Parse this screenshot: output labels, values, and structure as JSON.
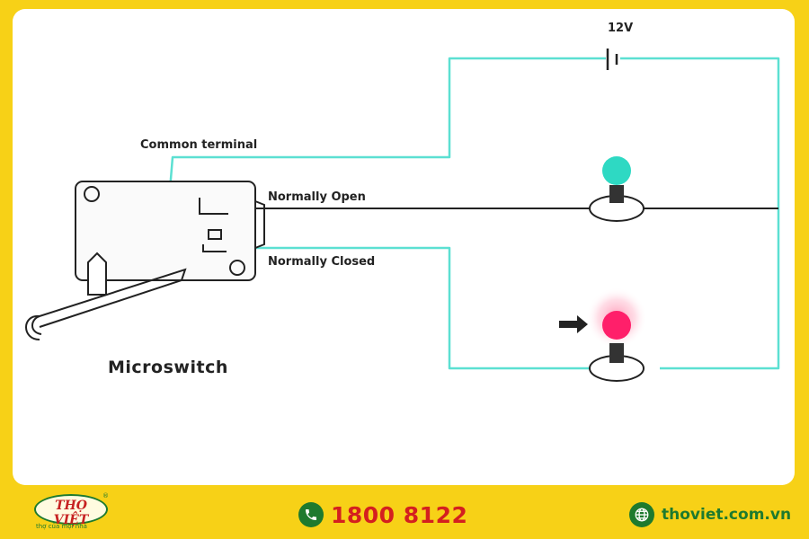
{
  "diagram": {
    "battery_label": "12V",
    "common_label": "Common terminal",
    "no_label": "Normally Open",
    "nc_label": "Normally Closed",
    "title": "Microswitch",
    "colors": {
      "wire_cyan": "#5ce0d2",
      "wire_black": "#222222",
      "bulb_cyan": "#2ed9c3",
      "bulb_pink": "#ff1f6a",
      "glow_pink": "#ff8fb0"
    }
  },
  "footer": {
    "logo_text": "THỌ VIỆT",
    "logo_tagline": "thợ của mọi nhà",
    "logo_reg": "®",
    "phone": "1800 8122",
    "website": "thoviet.com.vn",
    "colors": {
      "brand_green": "#1e7a2e",
      "brand_red": "#d41f1f",
      "background": "#f7d117"
    }
  }
}
